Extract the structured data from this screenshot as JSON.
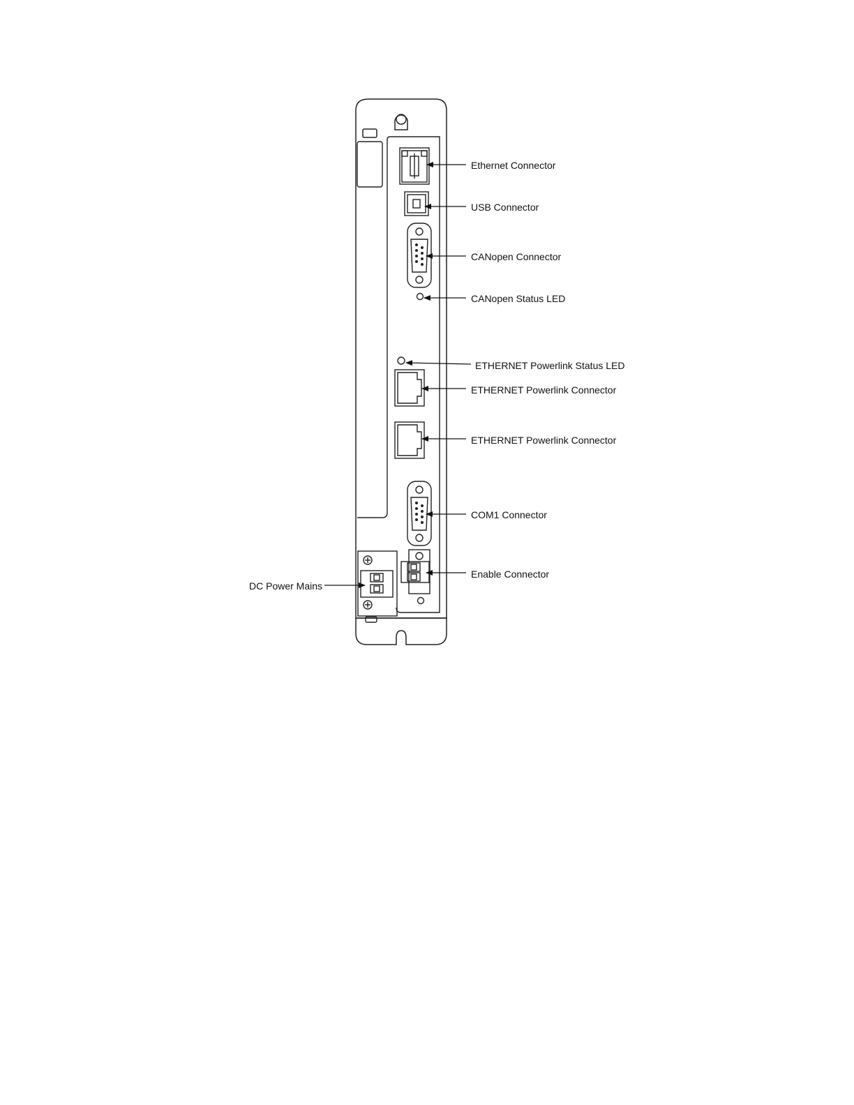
{
  "labels": {
    "ethernet_connector": "Ethernet Connector",
    "usb_connector": "USB Connector",
    "canopen_connector": "CANopen Connector",
    "canopen_status_led": "CANopen Status LED",
    "powerlink_status_led": "ETHERNET Powerlink Status LED",
    "powerlink_connector_1": "ETHERNET Powerlink Connector",
    "powerlink_connector_2": "ETHERNET Powerlink Connector",
    "com1_connector": "COM1 Connector",
    "enable_connector": "Enable Connector",
    "dc_power_mains": "DC Power Mains"
  }
}
